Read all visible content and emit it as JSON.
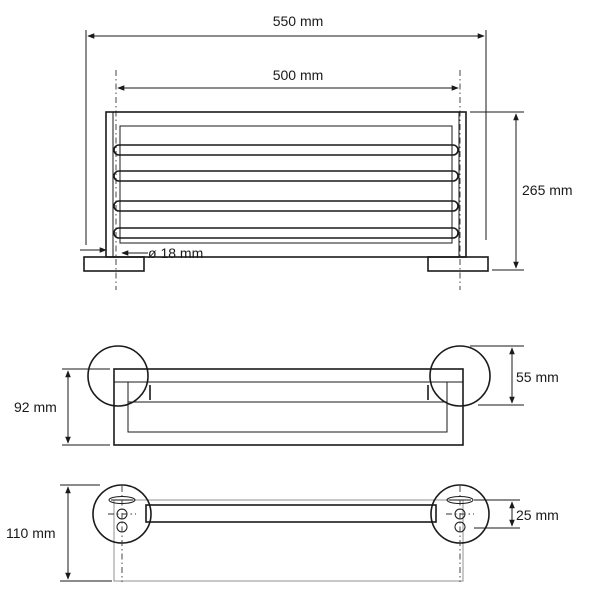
{
  "dimensions": {
    "overall_width": "550 mm",
    "inner_width": "500 mm",
    "height": "265 mm",
    "rod_diameter": "ø 18 mm",
    "depth_top": "55 mm",
    "depth_total": "92 mm",
    "base_offset": "25 mm",
    "base_depth": "110 mm"
  },
  "colors": {
    "line": "#1a1a1a",
    "hidden": "#9a9a9a",
    "background": "#ffffff"
  }
}
